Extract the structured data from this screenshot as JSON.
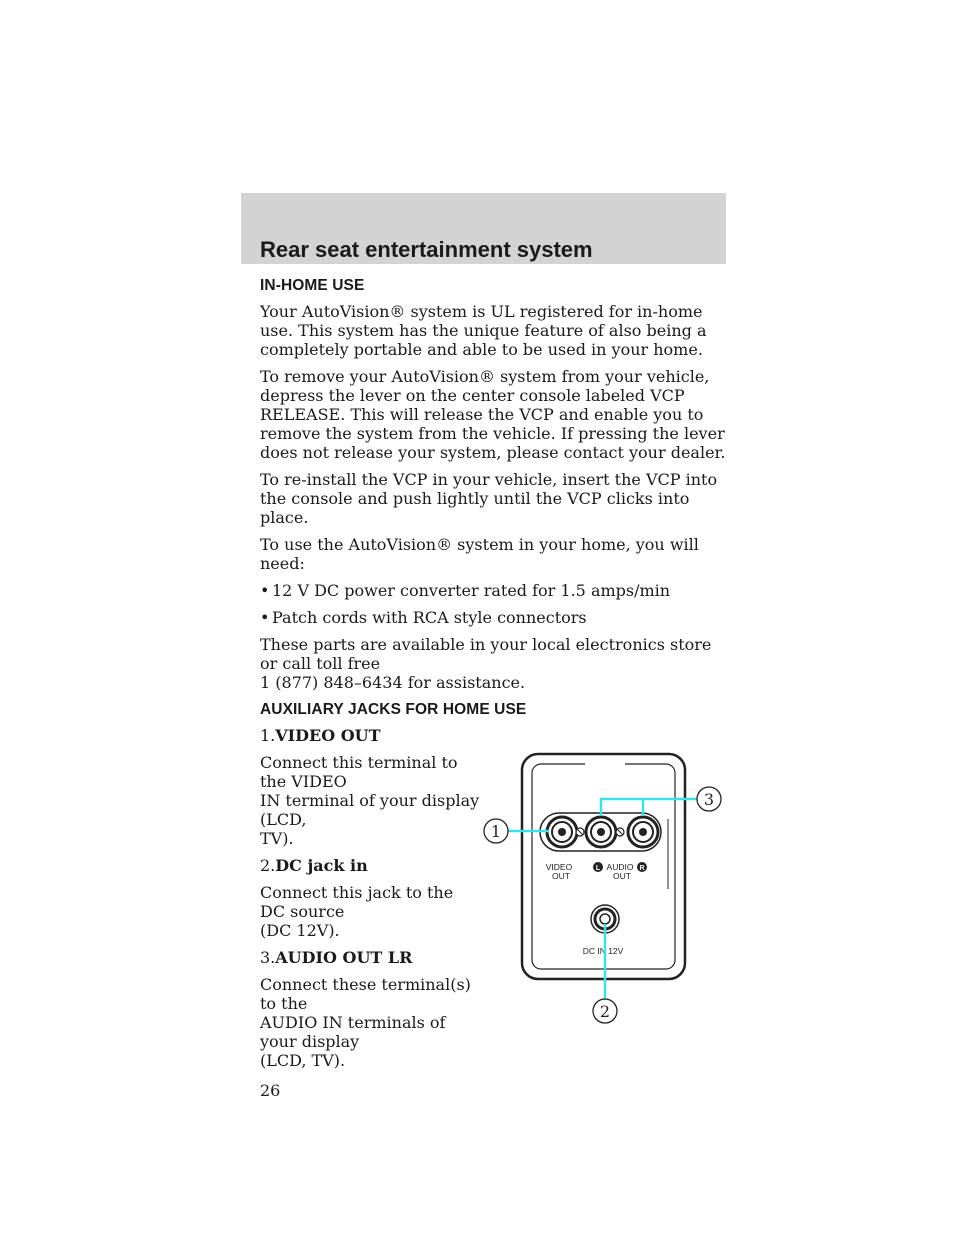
{
  "header": {
    "title": "Rear seat entertainment system"
  },
  "in_home": {
    "heading": "IN-HOME USE",
    "paragraphs": [
      "Your AutoVision® system is UL registered for in-home use. This system has the unique feature of also being a completely portable and able to be used in your home.",
      "To remove your AutoVision® system from your vehicle, depress the lever on the center console labeled VCP RELEASE. This will release the VCP and enable you to remove the system from the vehicle. If pressing the lever does not release your system, please contact your dealer.",
      "To re-install the VCP in your vehicle, insert the VCP into the console and push lightly until the VCP clicks into place.",
      "To use the AutoVision® system in your home, you will need:"
    ],
    "bullet_symbol": "•",
    "bullets": [
      "12 V DC power converter rated for 1.5 amps/min",
      "Patch cords with RCA style connectors"
    ],
    "closing_lines": [
      "These parts are available in your local electronics store or call toll free",
      "1 (877) 848–6434 for assistance."
    ]
  },
  "aux": {
    "heading": "AUXILIARY JACKS FOR HOME USE",
    "items": [
      {
        "number": "1.",
        "title": "VIDEO OUT",
        "lines": [
          "Connect this terminal to the VIDEO",
          "IN terminal of your display (LCD,",
          "TV)."
        ]
      },
      {
        "number": "2.",
        "title": "DC jack in",
        "lines": [
          "Connect this jack to the DC source",
          "(DC 12V)."
        ]
      },
      {
        "number": "3.",
        "title": "AUDIO OUT LR",
        "lines": [
          "Connect these terminal(s) to the",
          "AUDIO IN terminals of your display",
          "(LCD, TV)."
        ]
      }
    ]
  },
  "diagram": {
    "callouts": [
      "1",
      "2",
      "3"
    ],
    "video_label_lines": [
      "VIDEO",
      "OUT"
    ],
    "audio_label_lines": [
      "AUDIO",
      "OUT"
    ],
    "left_marker": "L",
    "right_marker": "R",
    "dc_label": "DC IN 12V",
    "callout_color": "#3ee0e8"
  },
  "footer": {
    "page_number": "26"
  }
}
